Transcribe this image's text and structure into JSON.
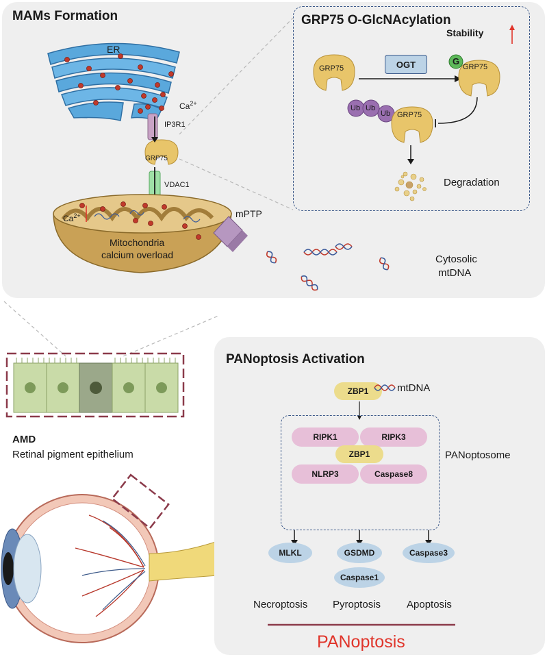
{
  "mams": {
    "title": "MAMs  Formation",
    "er_label": "ER",
    "ca_er": "Ca2+",
    "ip3r1": "IP3R1",
    "grp75": "GRP75",
    "vdac1": "VDAC1",
    "ca_mito": "Ca2+",
    "mptp": "mPTP",
    "mito_line1": "Mitochondria",
    "mito_line2": "calcium overload",
    "cyto_line1": "Cytosolic",
    "cyto_line2": "mtDNA"
  },
  "grp75_panel": {
    "title": "GRP75  O-GlcNAcylation",
    "stability": "Stability",
    "grp75_left": "GRP75",
    "ogt": "OGT",
    "g_badge": "G",
    "grp75_right": "GRP75",
    "ub1": "Ub",
    "ub2": "Ub",
    "ub3": "Ub",
    "grp75_ub": "GRP75",
    "degradation": "Degradation"
  },
  "amd": {
    "title": "AMD",
    "subtitle": "Retinal pigment epithelium"
  },
  "panoptosis": {
    "title": "PANoptosis Activation",
    "zbp1_top": "ZBP1",
    "mtdna": "mtDNA",
    "ripk1": "RIPK1",
    "ripk3": "RIPK3",
    "zbp1_mid": "ZBP1",
    "nlrp3": "NLRP3",
    "caspase8": "Caspase8",
    "panoptosome": "PANoptosome",
    "mlkl": "MLKL",
    "gsdmd": "GSDMD",
    "caspase1": "Caspase1",
    "caspase3": "Caspase3",
    "necroptosis": "Necroptosis",
    "pyroptosis": "Pyroptosis",
    "apoptosis": "Apoptosis",
    "final": "PANoptosis"
  },
  "colors": {
    "panel_bg": "#efefef",
    "dash_blue": "#3d5a8a",
    "red_accent": "#e0352b",
    "divider": "#8b3a4a",
    "er_blue": "#5aa8dc",
    "grp75_gold": "#e8c56a",
    "mito_tan": "#c9a156"
  }
}
